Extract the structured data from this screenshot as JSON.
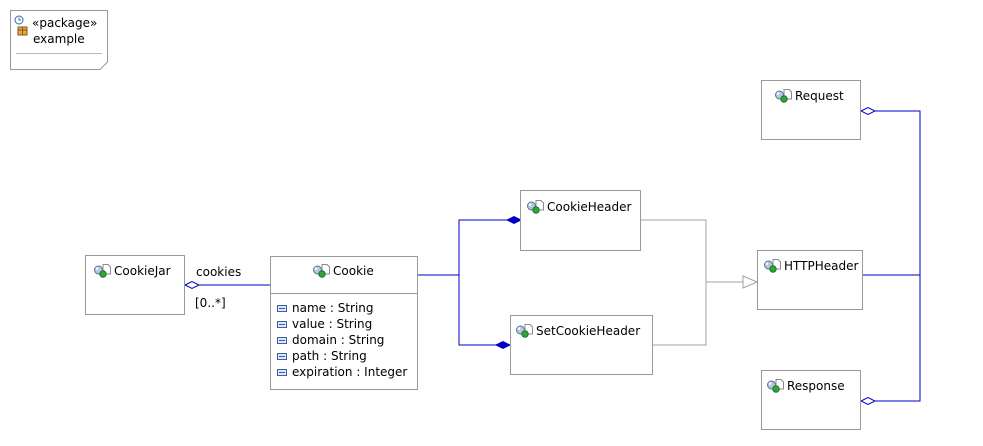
{
  "package": {
    "stereotype": "«package»",
    "name": "example"
  },
  "classes": {
    "cookiejar": "CookieJar",
    "cookie": "Cookie",
    "cookieheader": "CookieHeader",
    "setcookieheader": "SetCookieHeader",
    "httpheader": "HTTPHeader",
    "request": "Request",
    "response": "Response"
  },
  "cookie_attributes": [
    "name : String",
    "value : String",
    "domain : String",
    "path : String",
    "expiration : Integer"
  ],
  "association": {
    "role": "cookies",
    "multiplicity": "[0..*]"
  },
  "colors": {
    "association": "#0000c8",
    "generalization": "#a0a0a0",
    "border": "#9a9a9a"
  }
}
